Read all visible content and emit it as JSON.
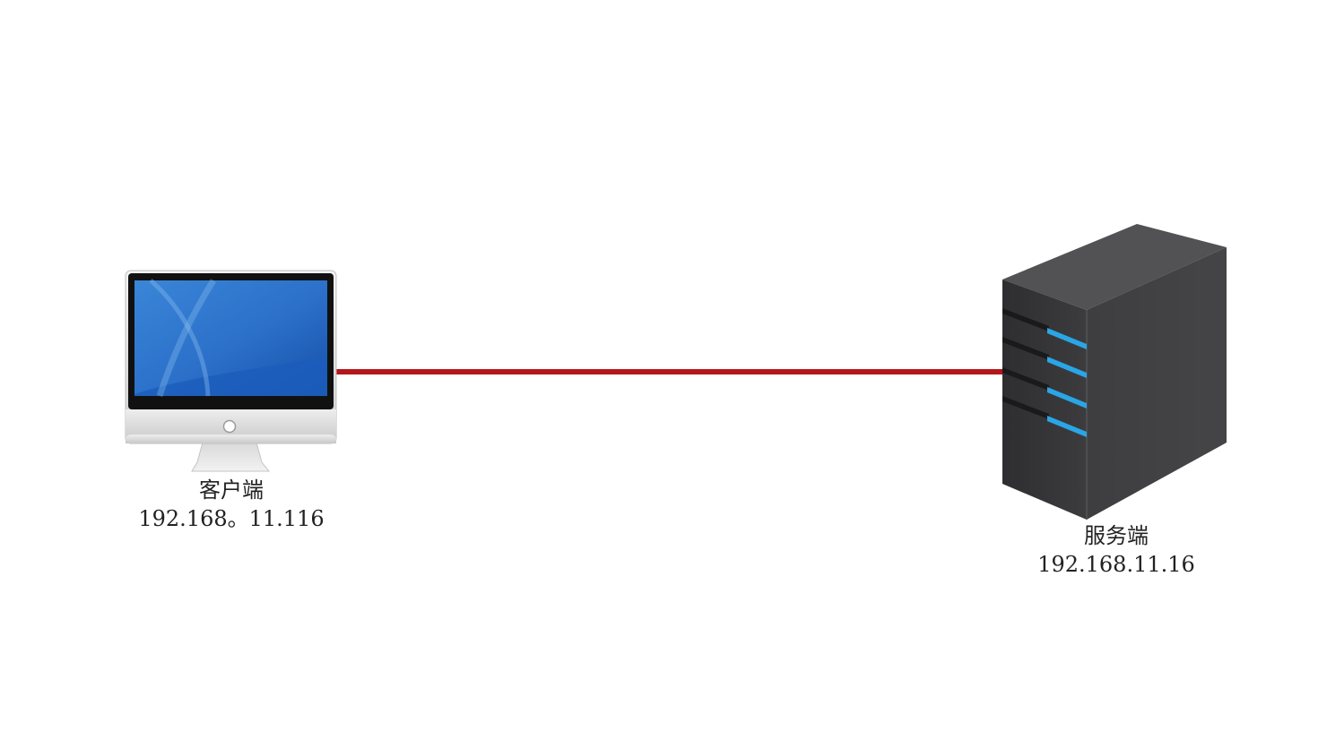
{
  "diagram": {
    "connection": {
      "color": "#b5161b"
    },
    "client": {
      "name": "客户端",
      "ip": "192.168。11.116",
      "icon": "desktop-monitor-icon",
      "screen_color": "#1e63c4"
    },
    "server": {
      "name": "服务端",
      "ip": "192.168.11.16",
      "icon": "tower-server-icon",
      "body_color": "#3a3a3c",
      "led_color": "#2aa6e6"
    }
  }
}
